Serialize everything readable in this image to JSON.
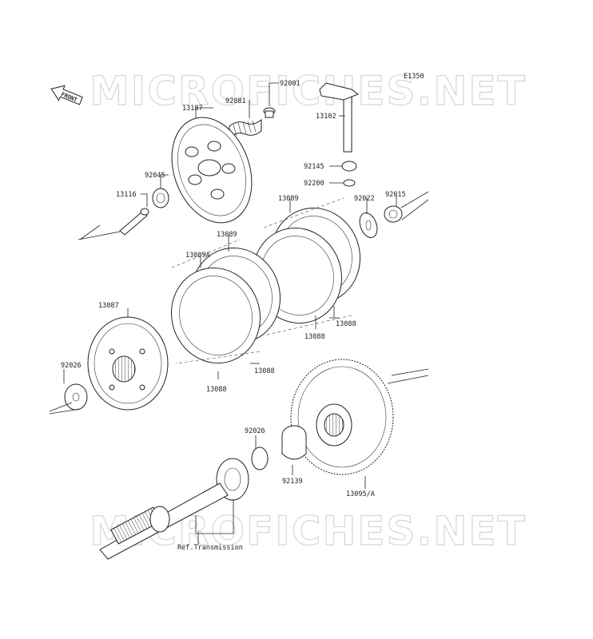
{
  "watermark": "MICROFICHES.NET",
  "front_badge": "FRONT",
  "diagram_code": "E1350",
  "parts": [
    {
      "id": "p92001",
      "label": "92001"
    },
    {
      "id": "p92081",
      "label": "92081"
    },
    {
      "id": "p13187",
      "label": "13187"
    },
    {
      "id": "p13102",
      "label": "13102"
    },
    {
      "id": "p92045",
      "label": "92045"
    },
    {
      "id": "p92145",
      "label": "92145"
    },
    {
      "id": "p92200",
      "label": "92200"
    },
    {
      "id": "p13116",
      "label": "13116"
    },
    {
      "id": "p13089a_top",
      "label": "13089"
    },
    {
      "id": "p92022",
      "label": "92022"
    },
    {
      "id": "p92015",
      "label": "92015"
    },
    {
      "id": "p13089b",
      "label": "13089"
    },
    {
      "id": "p13089A",
      "label": "13089A"
    },
    {
      "id": "p13087",
      "label": "13087"
    },
    {
      "id": "p13088a",
      "label": "13088"
    },
    {
      "id": "p13088b",
      "label": "13088"
    },
    {
      "id": "p92026a",
      "label": "92026"
    },
    {
      "id": "p13088c",
      "label": "13088"
    },
    {
      "id": "p13088d",
      "label": "13088"
    },
    {
      "id": "p92026b",
      "label": "92026"
    },
    {
      "id": "p92139",
      "label": "92139"
    },
    {
      "id": "p13095",
      "label": "13095/A"
    },
    {
      "id": "pRef",
      "label": "Ref.Transmission"
    }
  ]
}
